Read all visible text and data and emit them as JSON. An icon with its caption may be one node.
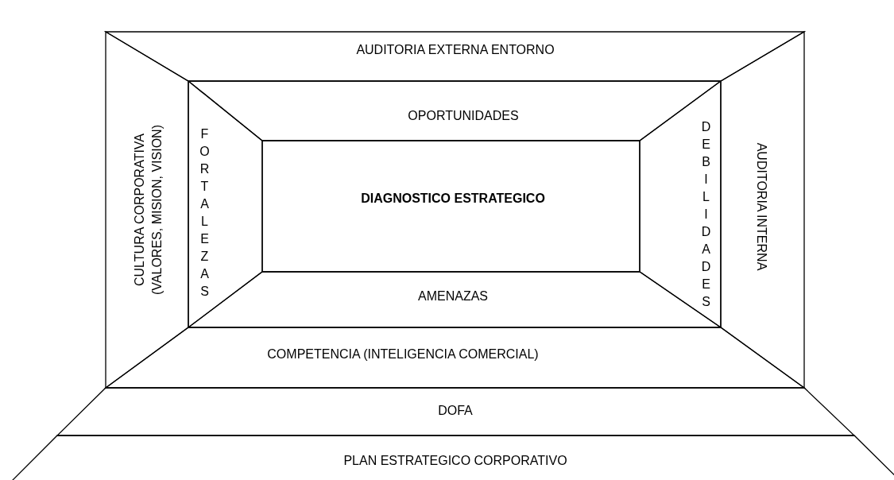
{
  "diagram": {
    "nodes": [
      {
        "text": [
          "AUDITORIA EXTERNA ENTORNO"
        ]
      },
      {
        "text": [
          "CULTURA CORPORATIVA (VALORES, MISION, VISION)"
        ]
      },
      {
        "text": [
          "AUDITORIA INTERNA"
        ]
      },
      {
        "text": [
          "COMPETENCIA (INTELIGENCIA COMERCIAL)"
        ]
      },
      {
        "text": [
          "OPORTUNIDADES"
        ]
      },
      {
        "text": [
          "FORTALEZAS"
        ]
      },
      {
        "text": [
          "DEBILIDADES"
        ]
      },
      {
        "text": [
          "AMENAZAS"
        ]
      },
      {
        "text": [
          "DIAGNOSTICO ESTRATEGICO"
        ]
      },
      {
        "text": [
          "DOFA"
        ]
      },
      {
        "text": [
          "PLAN ESTRATEGICO CORPORATIVO"
        ]
      }
    ]
  }
}
